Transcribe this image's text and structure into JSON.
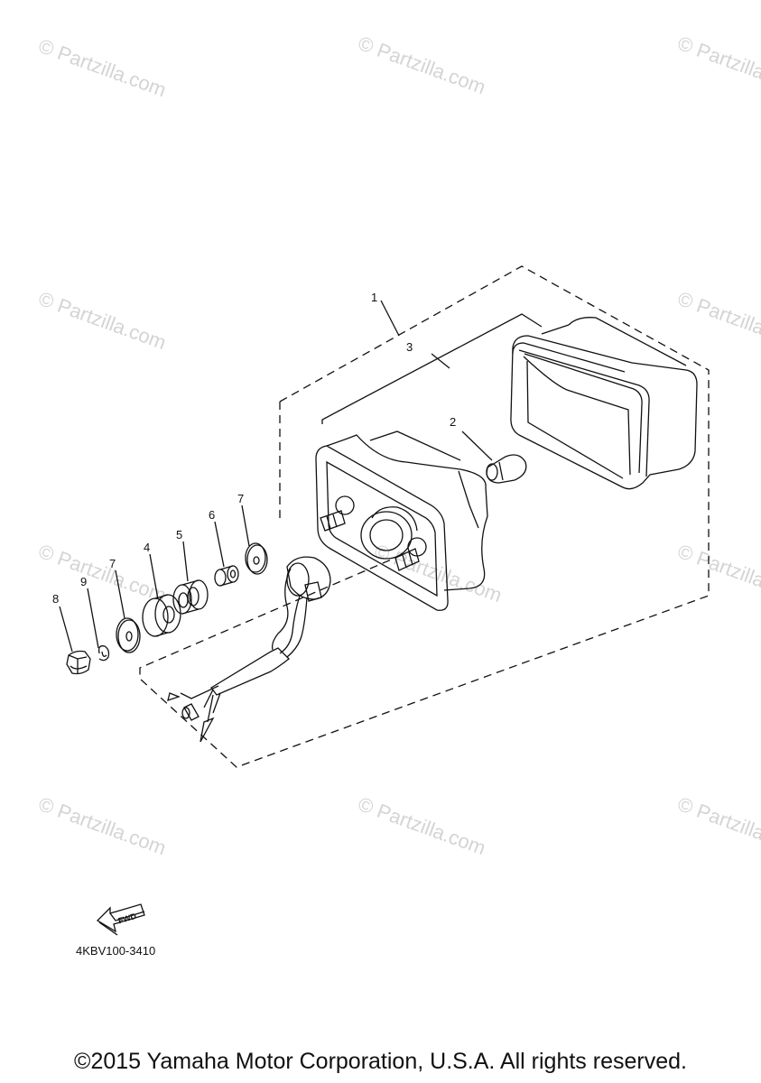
{
  "watermark_text": "© Partzilla.com",
  "callouts": {
    "c1": "1",
    "c2": "2",
    "c3": "3",
    "c4": "4",
    "c5": "5",
    "c6": "6",
    "c7a": "7",
    "c7b": "7",
    "c8": "8",
    "c9": "9"
  },
  "fwd_label": "FWD",
  "diagram_code": "4KBV100-3410",
  "copyright": "©2015 Yamaha Motor Corporation, U.S.A. All rights reserved."
}
